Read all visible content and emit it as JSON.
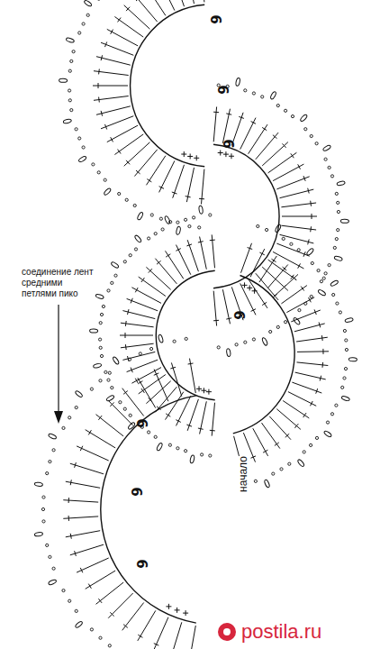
{
  "diagram": {
    "labels": [
      "9",
      "9",
      "9",
      "соединение лент средними петлями пико",
      "9",
      "9",
      "начало",
      "9",
      "9",
      "postila.ru"
    ]
  }
}
